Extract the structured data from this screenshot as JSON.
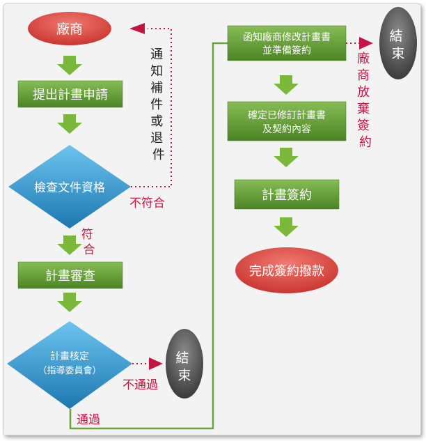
{
  "colors": {
    "box": "#5e9732",
    "arrow": "#7ab83a",
    "diamond": "#2e92c8",
    "oval_red": "#d6403c",
    "oval_gray": "#4f4f4f",
    "dotted": "#c41442",
    "red_text": "#c41442",
    "line_green": "#6aa43a"
  },
  "nodes": {
    "vendor": "廠商",
    "submit_plan": "提出計畫申請",
    "check_docs": "檢查文件資格",
    "plan_review": "計畫審查",
    "approve_line1": "計畫核定",
    "approve_line2": "（指導委員會）",
    "end_left": "結束",
    "notify_line1": "函知廠商修改計畫書",
    "notify_line2": "並準備簽約",
    "confirm_line1": "確定已修訂計畫書",
    "confirm_line2": "及契約內容",
    "sign_plan": "計畫簽約",
    "complete": "完成簽約撥款",
    "end_right": "結束"
  },
  "labels": {
    "notify_supplement": "通知補件或退件",
    "not_conform": "不符合",
    "conform": "符合",
    "not_pass": "不通過",
    "pass": "通過",
    "vendor_abandon": "廠商放棄簽約"
  }
}
